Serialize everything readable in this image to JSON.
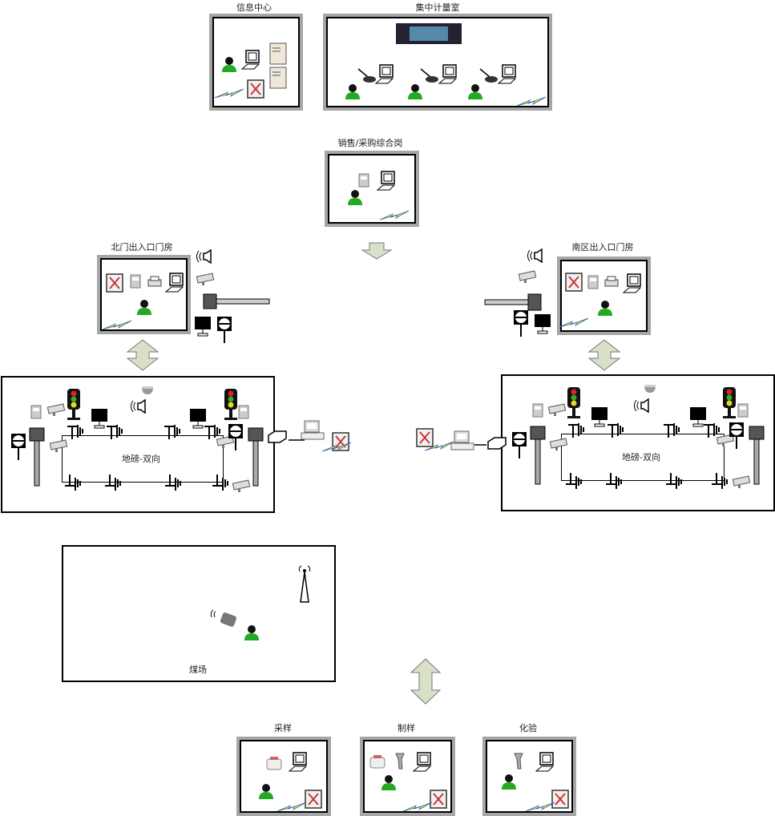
{
  "rooms": {
    "info_center": "信息中心",
    "metering_room": "集中计量室",
    "sales_purchase": "销售/采购综合岗",
    "north_gate": "北门出入口门房",
    "south_gate": "南区出入口门房",
    "sampling": "采样",
    "preparation": "制样",
    "lab": "化验"
  },
  "scales": {
    "north": "地磅-双向",
    "south": "地磅-双向"
  },
  "coal_yard": "煤场",
  "colors": {
    "frame": "#a6a6a6",
    "person": "#22aa22",
    "arrow": "#d9e0c8"
  }
}
